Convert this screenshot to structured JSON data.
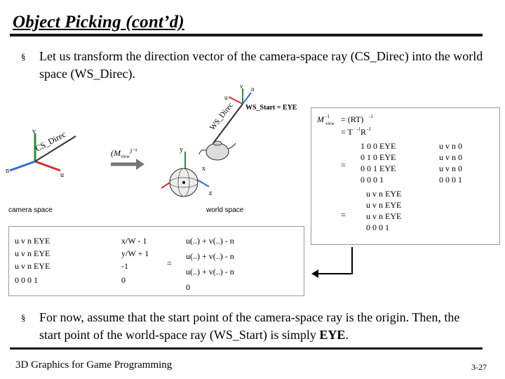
{
  "slide": {
    "title": "Object Picking (cont’d)",
    "bullet1": "Let us transform the direction vector of the camera-space ray (CS_Direc) into the world space (WS_Direc).",
    "bullet2_pre": "For now, assume that the start point of the camera-space ray is the origin. Then, the start point of the world-space ray (WS_Start) is simply ",
    "bullet2_bold": "EYE",
    "bullet2_post": ".",
    "footer_left": "3D Graphics for Game Programming",
    "page_number": "3-27",
    "bullet_glyph": "§"
  },
  "figure": {
    "camera_space_label": "camera space",
    "world_space_label": "world space",
    "cs_direc_label": "CS_Direc",
    "ws_direc_label": "WS_Direc",
    "ws_start_label": "WS_Start = EYE",
    "transform_label": "(M",
    "transform_sub": "view",
    "transform_sup": ")⁻¹",
    "axis_u": "u",
    "axis_v": "v",
    "axis_n": "n",
    "axis_x": "x",
    "axis_y": "y",
    "axis_z": "z"
  },
  "colors": {
    "u_axis": "#d0312d",
    "v_axis": "#2e8b3e",
    "n_axis": "#2f6fd6",
    "arrow": "#777777"
  }
}
